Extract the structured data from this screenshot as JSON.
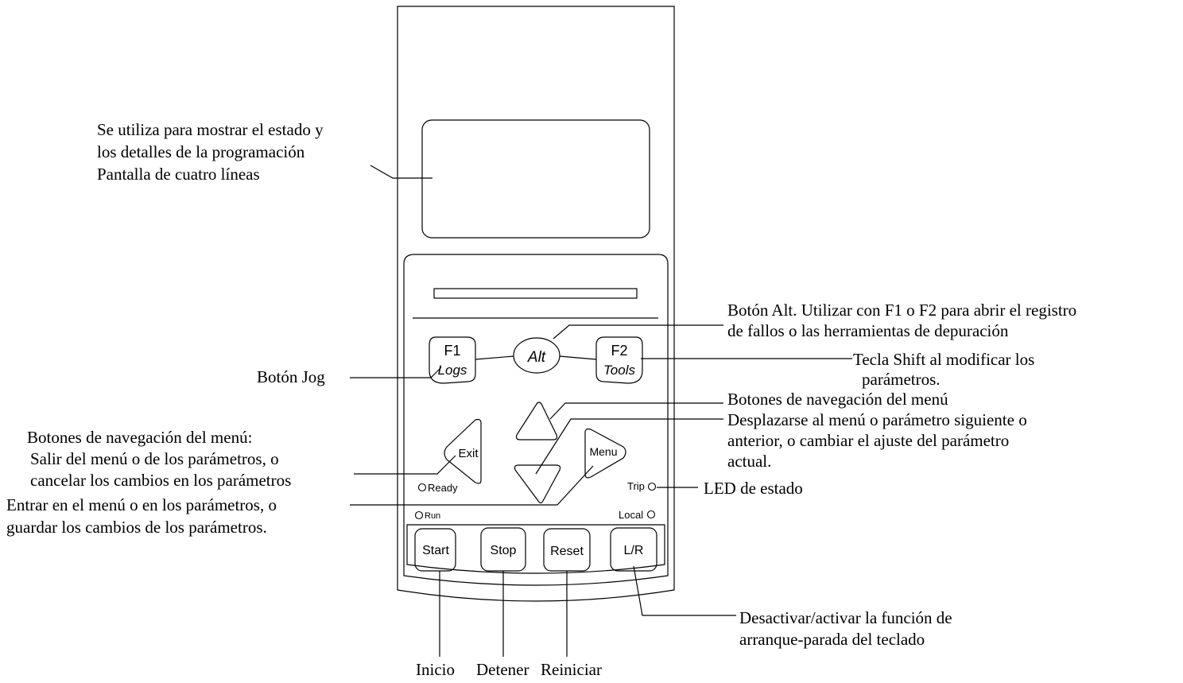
{
  "annotations": {
    "display": [
      "Se utiliza para mostrar el estado y",
      "los detalles de la programación",
      "Pantalla de cuatro líneas"
    ],
    "alt": [
      "Botón Alt. Utilizar con F1 o F2 para abrir el registro",
      "de fallos o las herramientas de depuración"
    ],
    "jog": "Botón Jog",
    "shift": [
      "Tecla Shift al modificar los",
      "parámetros."
    ],
    "nav_updown": [
      "Botones de navegación del menú",
      "Desplazarse al menú o parámetro siguiente o",
      "anterior, o cambiar el ajuste del parámetro",
      "actual."
    ],
    "nav_exit": [
      "Botones de navegación del menú:",
      "Salir del menú o de los parámetros, o",
      "cancelar los cambios en los parámetros"
    ],
    "status_led": "LED de estado",
    "nav_menu": [
      "Entrar en el menú o en los parámetros, o",
      "guardar los cambios de los parámetros."
    ],
    "local": [
      "Desactivar/activar la función de",
      "arranque-parada del teclado"
    ],
    "bottom": [
      "Inicio",
      "Detener",
      "Reiniciar"
    ]
  },
  "keypad": {
    "f1": "F1",
    "f1_sub": "Logs",
    "alt": "Alt",
    "f2": "F2",
    "f2_sub": "Tools",
    "exit": "Exit",
    "menu": "Menu",
    "led_ready": "Ready",
    "led_trip": "Trip",
    "led_run": "Run",
    "led_local": "Local",
    "start": "Start",
    "stop": "Stop",
    "reset": "Reset",
    "lr": "L/R"
  }
}
